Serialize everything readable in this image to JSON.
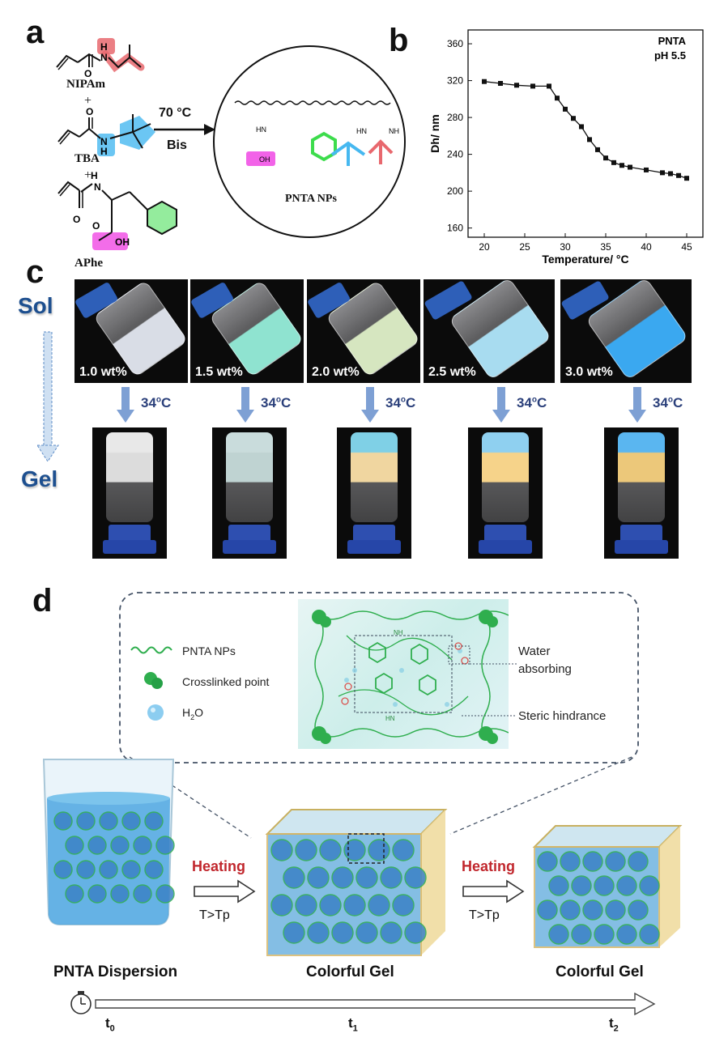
{
  "panels": {
    "a": "a",
    "b": "b",
    "c": "c",
    "d": "d"
  },
  "panel_a": {
    "monomers": [
      "NIPAm",
      "TBA",
      "APhe"
    ],
    "plus": "+",
    "condition_temp": "70 °C",
    "condition_crosslinker": "Bis",
    "product_label": "PNTA NPs",
    "atoms": {
      "N": "N",
      "H": "H",
      "O": "O",
      "OH": "OH",
      "HN": "HN",
      "NH": "NH"
    }
  },
  "panel_b": {
    "chart_data": {
      "type": "line",
      "title": "",
      "annotation": [
        "PNTA",
        "pH 5.5"
      ],
      "xlabel": "Temperature/ °C",
      "ylabel": "Dh/ nm",
      "xlim": [
        18,
        47
      ],
      "ylim": [
        150,
        375
      ],
      "xticks": [
        20,
        25,
        30,
        35,
        40,
        45
      ],
      "yticks": [
        160,
        200,
        240,
        280,
        320,
        360
      ],
      "x": [
        20,
        22,
        24,
        26,
        28,
        29,
        30,
        31,
        32,
        33,
        34,
        35,
        36,
        37,
        38,
        40,
        42,
        43,
        44,
        45
      ],
      "y": [
        319,
        317,
        315,
        314,
        314,
        301,
        289,
        279,
        270,
        256,
        245,
        236,
        231,
        228,
        226,
        223,
        220,
        219,
        217,
        214
      ],
      "marker": "square",
      "grid": false
    }
  },
  "panel_c": {
    "sol_label": "Sol",
    "gel_label": "Gel",
    "transition_temp": "34",
    "transition_temp_sup": "o",
    "transition_temp_unit": "C",
    "samples": [
      {
        "label": "1.0 wt%",
        "sol_color": "#d9dde6",
        "gel_top": "#e8e8e8",
        "gel_body": "#dcdcdc"
      },
      {
        "label": "1.5 wt%",
        "sol_color": "#8fe3d0",
        "gel_top": "#c9dcdc",
        "gel_body": "#bfd3d2"
      },
      {
        "label": "2.0 wt%",
        "sol_color": "#d6e6c0",
        "gel_top": "#7fd0e6",
        "gel_body": "#f0d6a0"
      },
      {
        "label": "2.5 wt%",
        "sol_color": "#a8dcf0",
        "gel_top": "#8fd0f0",
        "gel_body": "#f6d38a"
      },
      {
        "label": "3.0 wt%",
        "sol_color": "#3aa8f0",
        "gel_top": "#5ab6f0",
        "gel_body": "#ecc87a"
      }
    ]
  },
  "panel_d": {
    "legend": {
      "nps": "PNTA NPs",
      "crosslink": "Crosslinked point",
      "water": "H",
      "water_sub": "2",
      "water_tail": "O"
    },
    "annotations": {
      "water_absorbing": [
        "Water",
        "absorbing"
      ],
      "steric": "Steric hindrance"
    },
    "stages": [
      {
        "caption": "PNTA Dispersion"
      },
      {
        "caption": "Colorful Gel"
      },
      {
        "caption": "Colorful Gel"
      }
    ],
    "steps": [
      {
        "heating": "Heating",
        "condition": "T>Tp"
      },
      {
        "heating": "Heating",
        "condition": "T>Tp"
      }
    ],
    "timeline": [
      {
        "t": "t",
        "sub": "0"
      },
      {
        "t": "t",
        "sub": "1"
      },
      {
        "t": "t",
        "sub": "2"
      }
    ]
  },
  "colors": {
    "nipam": "#e8686e",
    "tba": "#46b8f0",
    "phe": "#3ddc4c",
    "acid": "#ee2fe0",
    "gel_blue": "#3e8fd8",
    "heating_red": "#c1272d"
  }
}
